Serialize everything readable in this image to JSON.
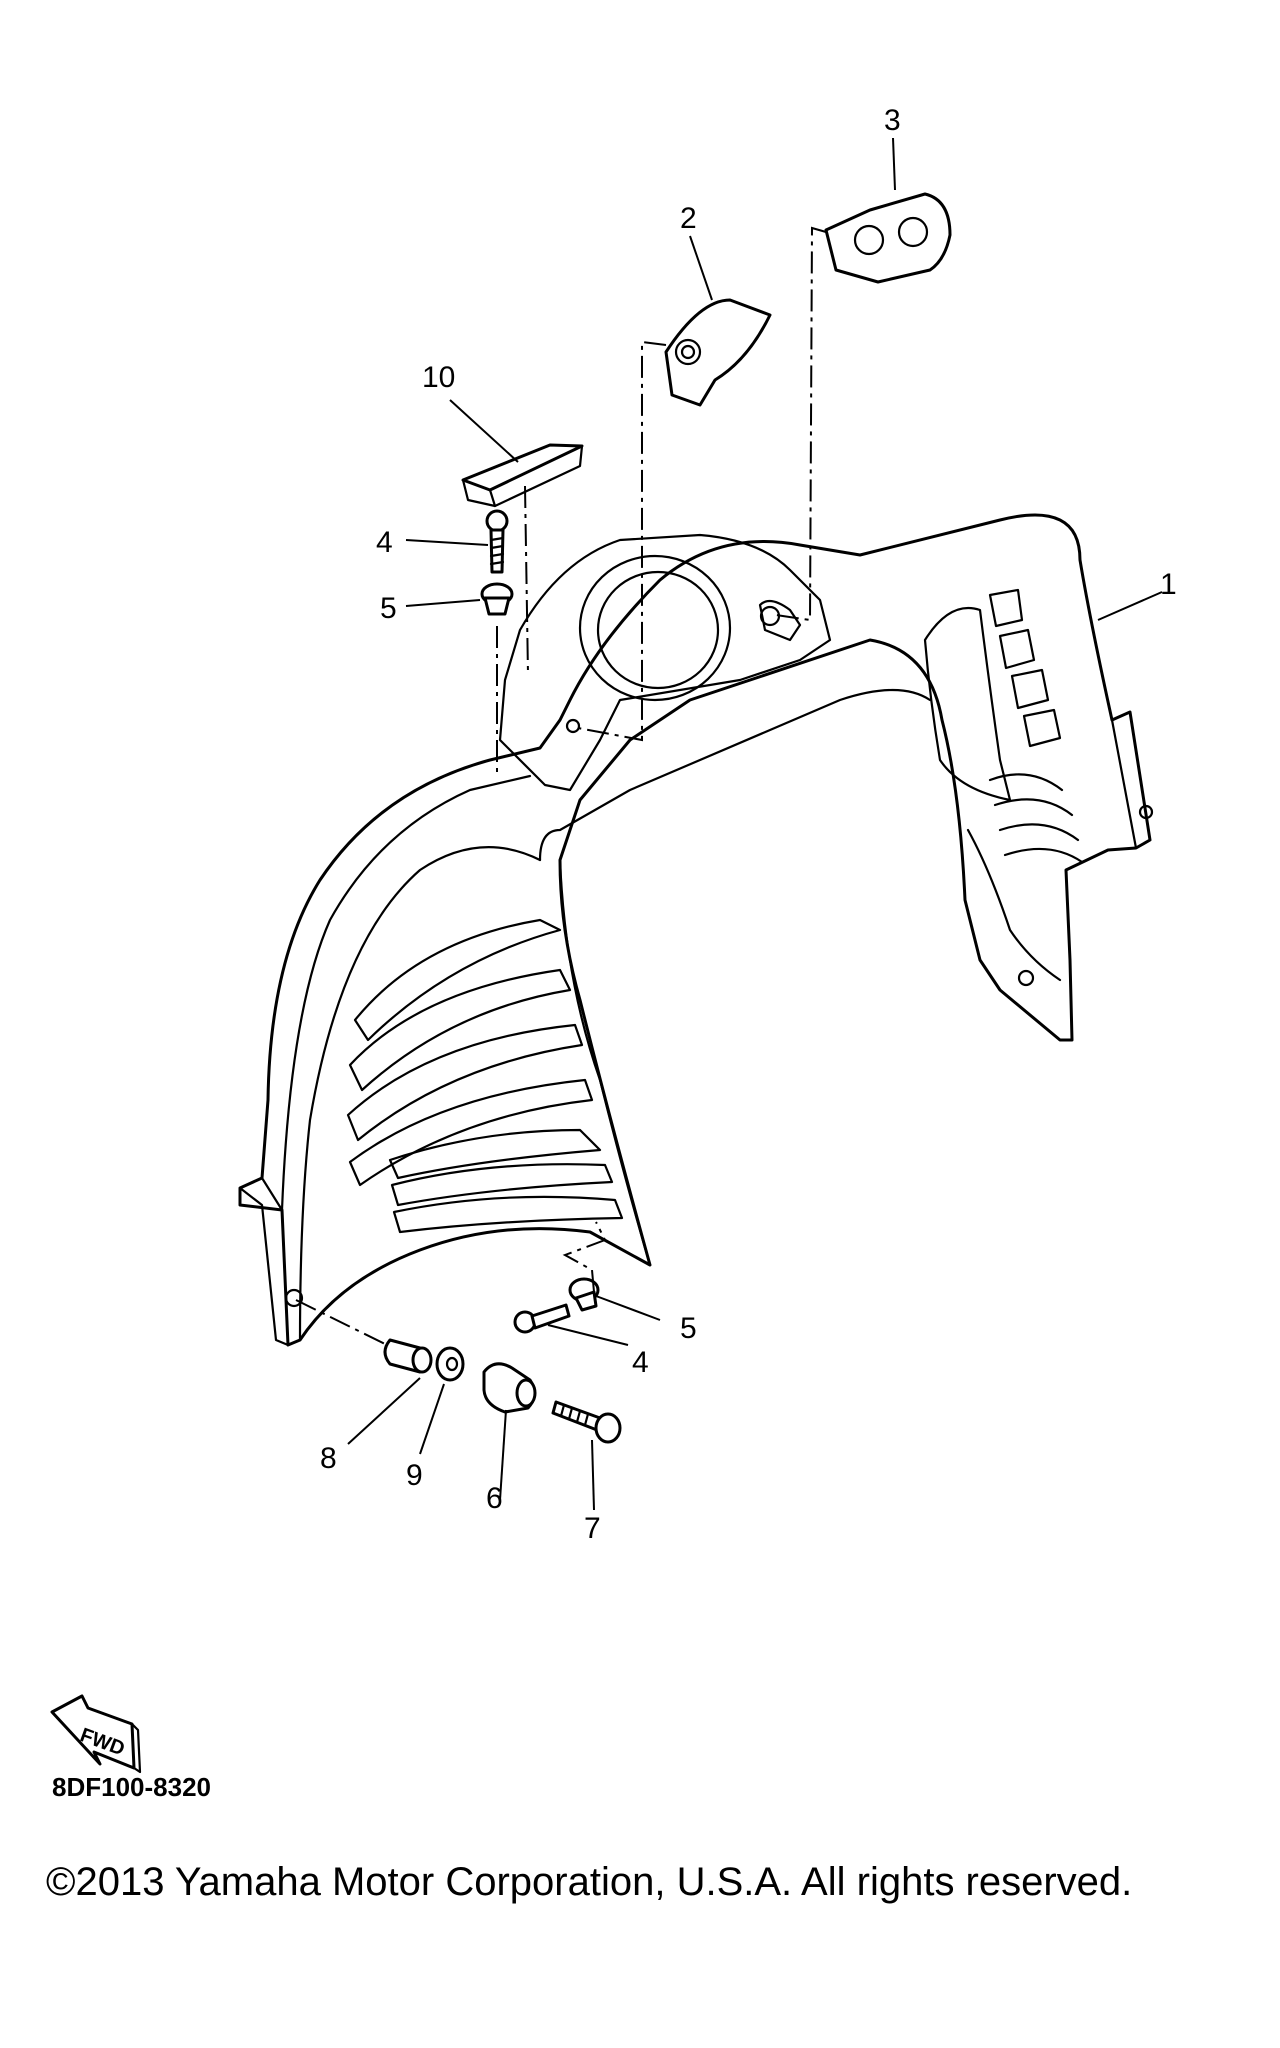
{
  "diagram": {
    "code": "8DF100-8320",
    "copyright": "©2013 Yamaha Motor Corporation, U.S.A. All rights reserved.",
    "fwd_label": "FWD",
    "callouts": [
      "1",
      "2",
      "3",
      "4",
      "4",
      "5",
      "5",
      "6",
      "7",
      "8",
      "9",
      "10"
    ]
  }
}
